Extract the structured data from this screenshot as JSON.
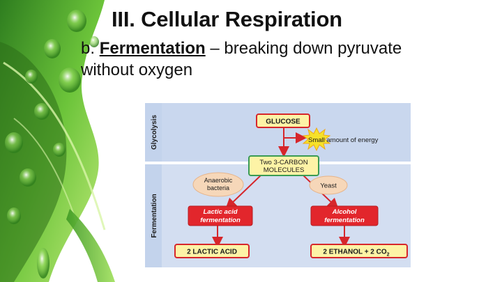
{
  "slide": {
    "title": "III. Cellular Respiration",
    "subtitle": {
      "prefix": "b. ",
      "term": "Fermentation",
      "rest_line1": " – breaking down pyruvate",
      "rest_line2": "without oxygen"
    }
  },
  "diagram": {
    "sections": {
      "top": "Glycolysis",
      "bottom": "Fermentation"
    },
    "nodes": {
      "glucose": "GLUCOSE",
      "energy": "Small amount of energy",
      "two_carbon_line1": "Two 3-CARBON",
      "two_carbon_line2": "MOLECULES",
      "anaerobic_line1": "Anaerobic",
      "anaerobic_line2": "bacteria",
      "yeast": "Yeast",
      "lactic_ferm_line1": "Lactic acid",
      "lactic_ferm_line2": "fermentation",
      "alcohol_ferm_line1": "Alcohol",
      "alcohol_ferm_line2": "fermentation",
      "lactic_product": "2 LACTIC ACID",
      "ethanol_product_main": "2 ETHANOL + 2 CO",
      "ethanol_product_sub": "2"
    },
    "colors": {
      "panel_top": "#c9d7ee",
      "panel_bottom": "#d3def1",
      "arrow": "#d6262b",
      "yellow_box": "#fdf3a6",
      "red_box": "#e2262c",
      "oval": "#f6d7b9"
    }
  }
}
